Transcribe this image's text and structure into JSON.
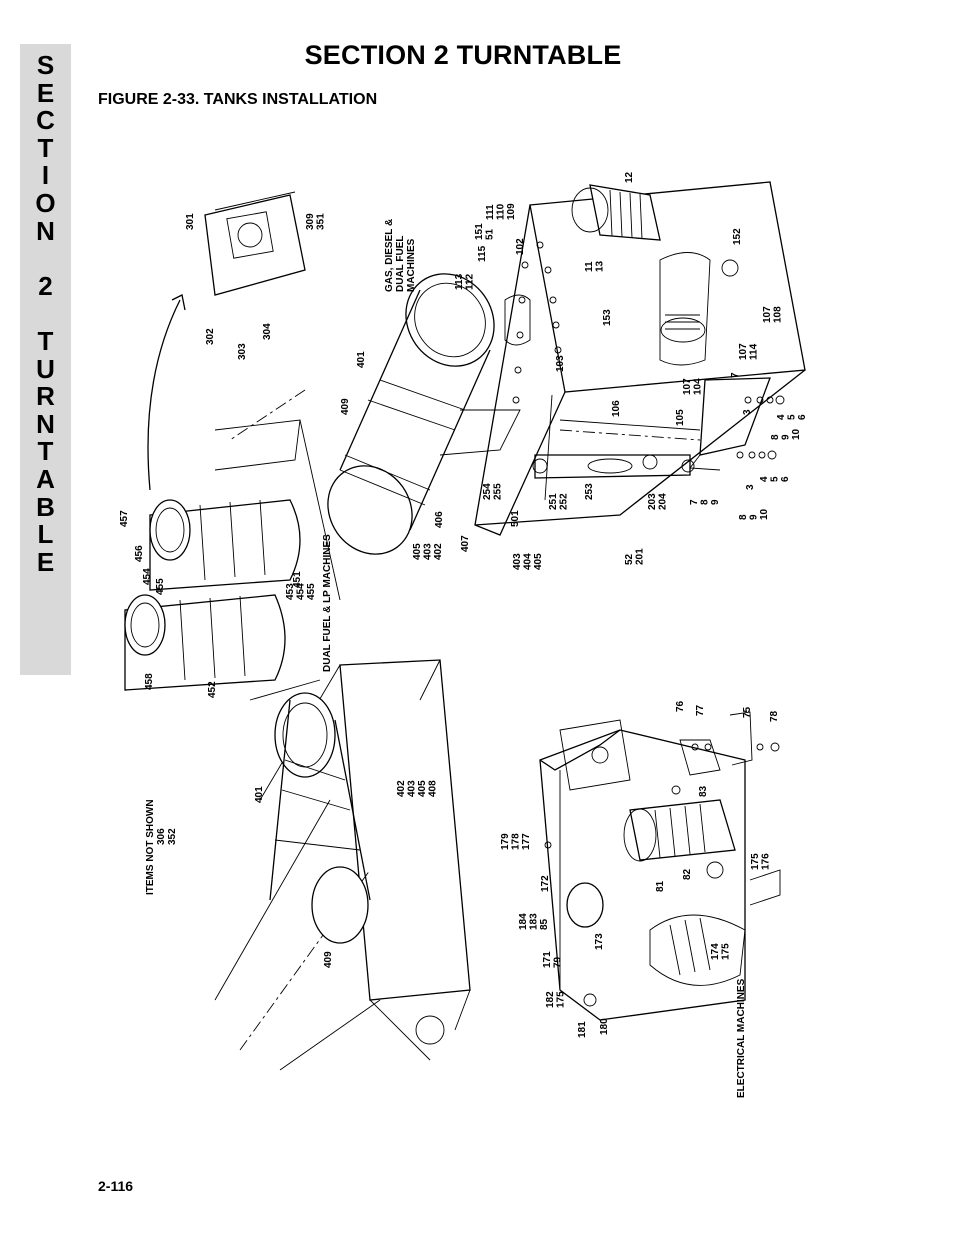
{
  "page": {
    "section_title": "SECTION 2   TURNTABLE",
    "figure_title": "FIGURE 2-33.  TANKS INSTALLATION",
    "page_number": "2-116",
    "side_tab_letters": [
      "S",
      "E",
      "C",
      "T",
      "I",
      "O",
      "N",
      "",
      "2",
      "",
      "T",
      "U",
      "R",
      "N",
      "T",
      "A",
      "B",
      "L",
      "E"
    ]
  },
  "figure": {
    "captions": {
      "gas_diesel": [
        "GAS, DIESEL &",
        "DUAL FUEL",
        "MACHINES"
      ],
      "dual_fuel_lp": "DUAL FUEL & LP MACHINES",
      "electrical": "ELECTRICAL MACHINES",
      "items_not_shown": [
        "ITEMS NOT SHOWN",
        "306",
        "352"
      ]
    },
    "callouts": [
      [
        "301"
      ],
      [
        "309",
        "351"
      ],
      [
        "302"
      ],
      [
        "303"
      ],
      [
        "304"
      ],
      [
        "457"
      ],
      [
        "456"
      ],
      [
        "454"
      ],
      [
        "455"
      ],
      [
        "453",
        "454",
        "455"
      ],
      [
        "451"
      ],
      [
        "458"
      ],
      [
        "452"
      ],
      [
        "401"
      ],
      [
        "409"
      ],
      [
        "405",
        "403",
        "402"
      ],
      [
        "406"
      ],
      [
        "407"
      ],
      [
        "403",
        "404",
        "405"
      ],
      [
        "501"
      ],
      [
        "254",
        "255"
      ],
      [
        "251",
        "252"
      ],
      [
        "253"
      ],
      [
        "203",
        "204"
      ],
      [
        "52",
        "201"
      ],
      [
        "113",
        "112"
      ],
      [
        "115"
      ],
      [
        "151",
        "51"
      ],
      [
        "111",
        "110",
        "109"
      ],
      [
        "102"
      ],
      [
        "12"
      ],
      [
        "11",
        "13"
      ],
      [
        "152"
      ],
      [
        "153"
      ],
      [
        "103"
      ],
      [
        "106"
      ],
      [
        "107",
        "108"
      ],
      [
        "107",
        "114"
      ],
      [
        "107",
        "104"
      ],
      [
        "105"
      ],
      [
        "7"
      ],
      [
        "3"
      ],
      [
        "8",
        "9",
        "10"
      ],
      [
        "4",
        "5",
        "6"
      ],
      [
        "7",
        "8",
        "9"
      ],
      [
        "3"
      ],
      [
        "4",
        "5",
        "6"
      ],
      [
        "8",
        "9",
        "10"
      ],
      [
        "401"
      ],
      [
        "402",
        "403",
        "405",
        "408"
      ],
      [
        "409"
      ],
      [
        "76"
      ],
      [
        "77"
      ],
      [
        "75"
      ],
      [
        "78"
      ],
      [
        "83"
      ],
      [
        "179",
        "178",
        "177"
      ],
      [
        "172"
      ],
      [
        "82"
      ],
      [
        "81"
      ],
      [
        "175",
        "176"
      ],
      [
        "184",
        "183",
        "85"
      ],
      [
        "173"
      ],
      [
        "171",
        "79"
      ],
      [
        "174",
        "175"
      ],
      [
        "182",
        "175"
      ],
      [
        "181"
      ],
      [
        "180"
      ]
    ]
  }
}
